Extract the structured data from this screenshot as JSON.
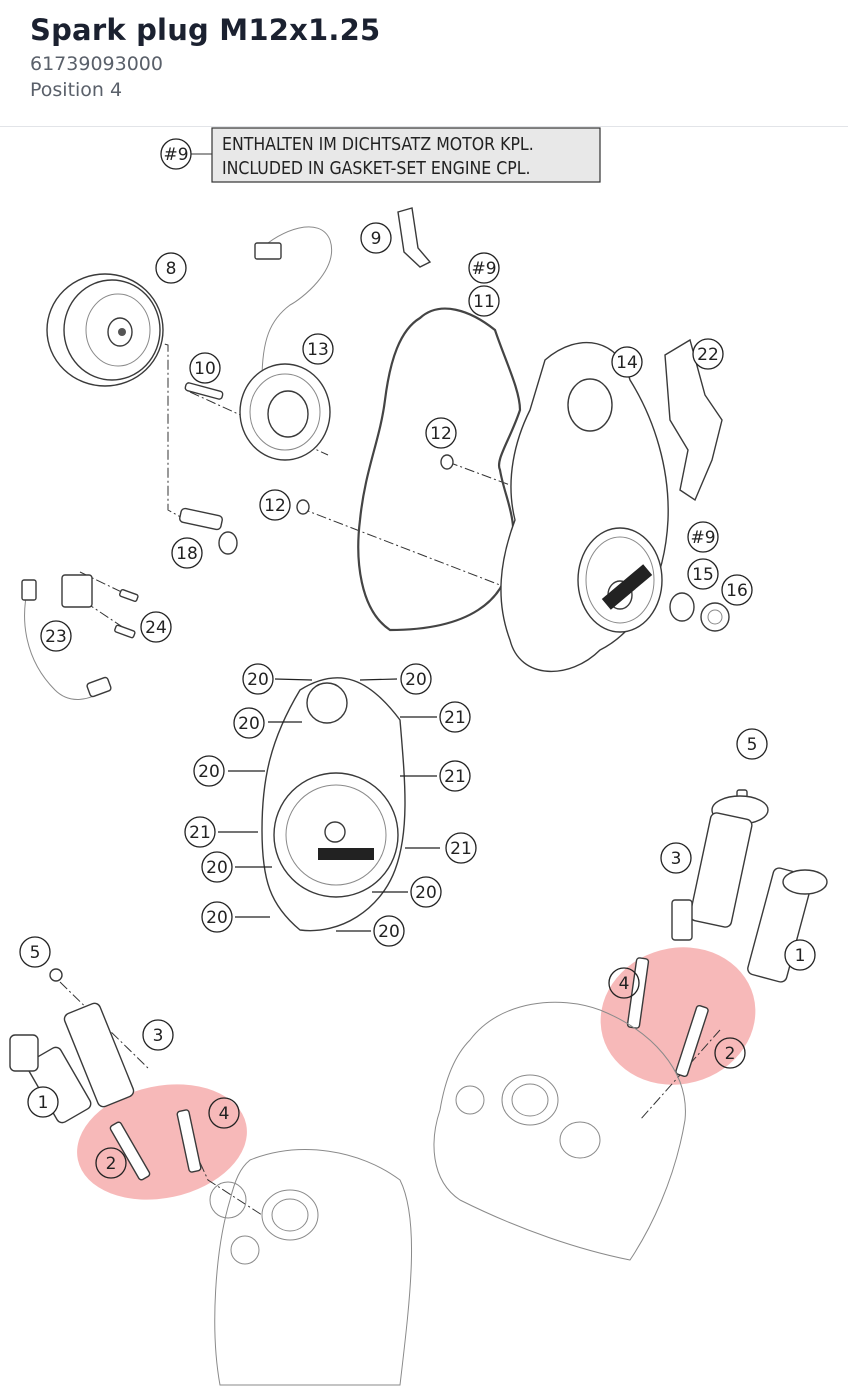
{
  "header": {
    "title": "Spark plug M12x1.25",
    "part_number": "61739093000",
    "position": "Position 4"
  },
  "note": {
    "ref": "#9",
    "line1": "ENTHALTEN IM DICHTSATZ MOTOR KPL.",
    "line2": "INCLUDED IN GASKET-SET ENGINE CPL."
  },
  "callouts": {
    "c8": "8",
    "c9": "9",
    "c9b": "#9",
    "c11": "11",
    "c13": "13",
    "c10": "10",
    "c12a": "12",
    "c12b": "12",
    "c14": "14",
    "c22": "22",
    "c18": "18",
    "c9c": "#9",
    "c15": "15",
    "c16": "16",
    "c23": "23",
    "c24": "24",
    "c20a": "20",
    "c20b": "20",
    "c20c": "20",
    "c20d": "20",
    "c20e": "20",
    "c20f": "20",
    "c20g": "20",
    "c20h": "20",
    "c21a": "21",
    "c21b": "21",
    "c21c": "21",
    "c21d": "21",
    "c5r": "5",
    "c3r": "3",
    "c1r": "1",
    "c4r": "4",
    "c2r": "2",
    "c5l": "5",
    "c3l": "3",
    "c1l": "1",
    "c4l": "4",
    "c2l": "2"
  },
  "highlight_color": "#f08080"
}
